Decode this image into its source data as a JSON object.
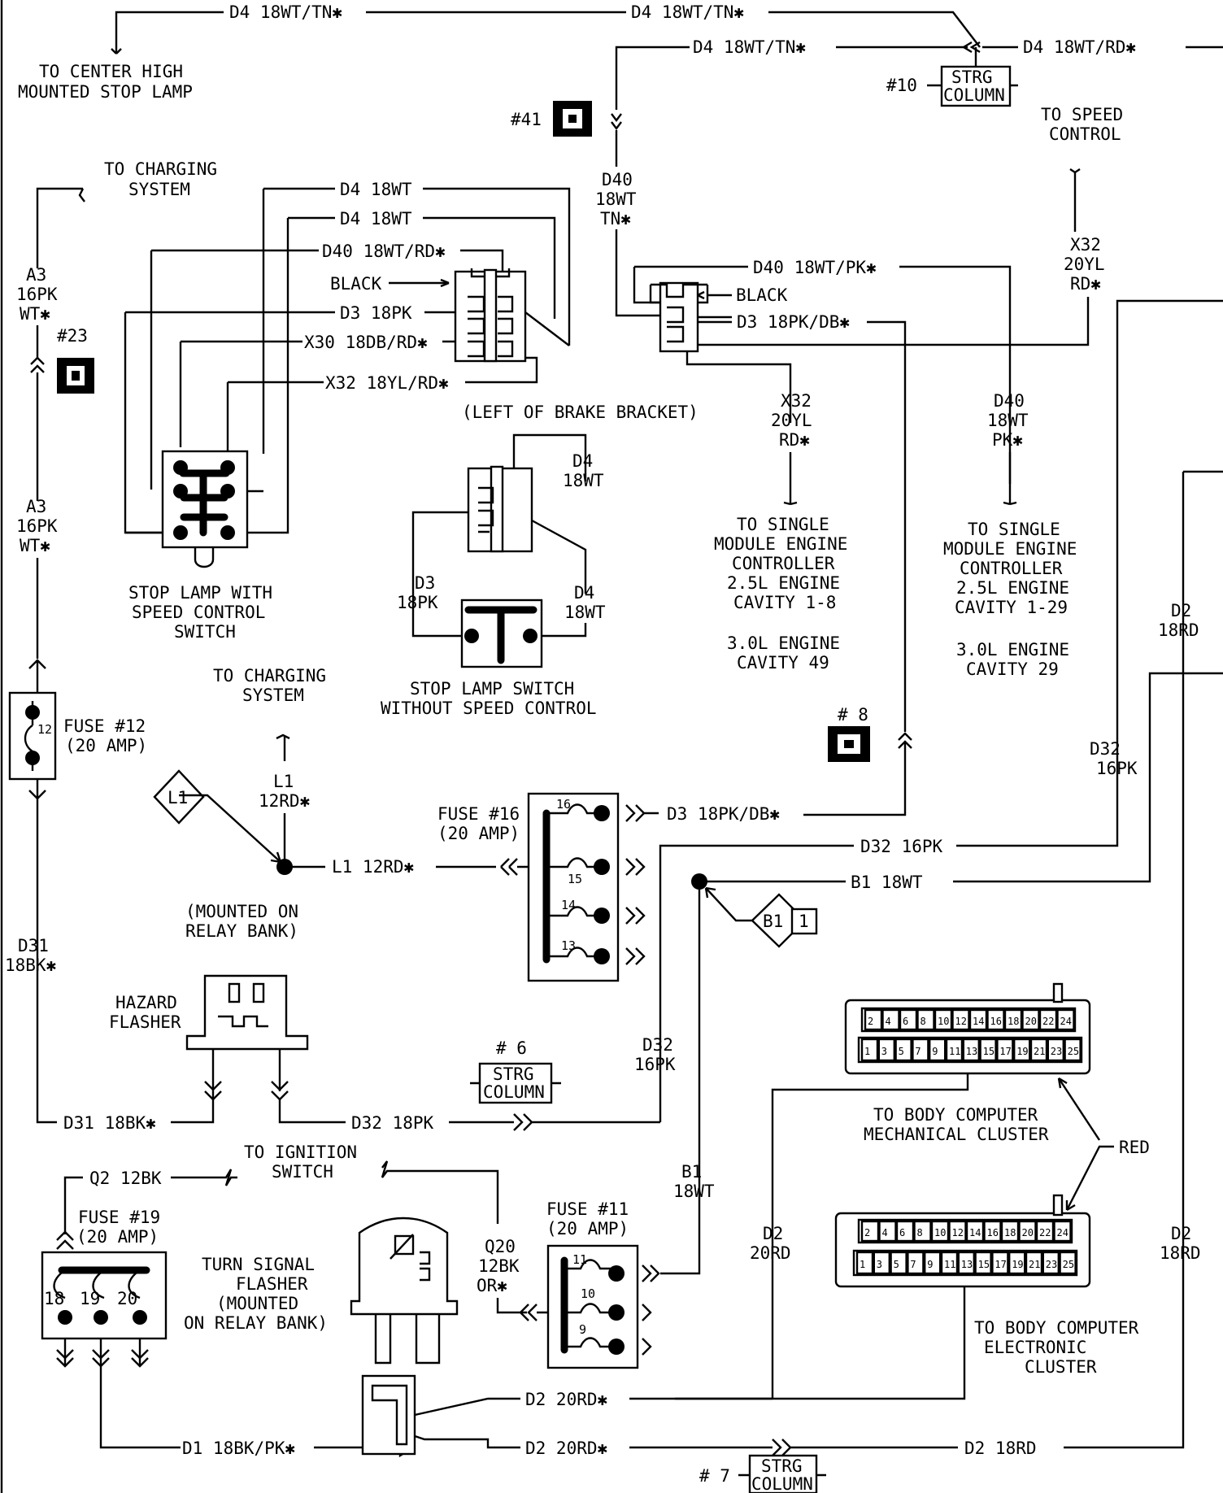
{
  "wire_labels": {
    "d4_tn_top_left": "D4 18WT/TN✱",
    "d4_tn_top_mid": "D4 18WT/TN✱",
    "d4_tn_second": "D4 18WT/TN✱",
    "d4_rd": "D4 18WT/RD✱",
    "d40_tn_1": "D40",
    "d40_tn_2": "18WT",
    "d40_tn_3": "TN✱",
    "a3_top_1": "A3",
    "a3_top_2": "16PK",
    "a3_top_3": "WT✱",
    "a3_bot_1": "A3",
    "a3_bot_2": "16PK",
    "a3_bot_3": "WT✱",
    "d4_18wt_a": "D4 18WT",
    "d4_18wt_b": "D4 18WT",
    "d40_rd": "D40 18WT/RD✱",
    "d3_18pk": "D3 18PK",
    "x30": "X30 18DB/RD✱",
    "x32_yl": "X32 18YL/RD✱",
    "d40_pk": "D40 18WT/PK✱",
    "d3_db_top": "D3 18PK/DB✱",
    "x32_right_1": "X32",
    "x32_right_2": "20YL",
    "x32_right_3": "RD✱",
    "x32_mid_1": "X32",
    "x32_mid_2": "20YL",
    "x32_mid_3": "RD✱",
    "d40_pk_v_1": "D40",
    "d40_pk_v_2": "18WT",
    "d40_pk_v_3": "PK✱",
    "d4_mid_1": "D4",
    "d4_mid_2": "18WT",
    "d4_low_1": "D4",
    "d4_low_2": "18WT",
    "d3_mid_1": "D3",
    "d3_mid_2": "18PK",
    "d2_upper_1": "D2",
    "d2_upper_2": "18RD",
    "d32_vert_1": "D32",
    "d32_vert_2": "16PK",
    "l1_vert_1": "L1",
    "l1_vert_2": "12RD✱",
    "l1_horiz": "L1 12RD✱",
    "d3_db_fuse": "D3 18PK/DB✱",
    "d32_h": "D32 16PK",
    "b1_h": "B1 18WT",
    "d31_1": "D31",
    "d31_2": "18BK✱",
    "d32_left_1": "D32",
    "d32_left_2": "16PK",
    "d31_h": "D31 18BK✱",
    "d32_18pk": "D32 18PK",
    "b1_v_1": "B1",
    "b1_v_2": "18WT",
    "q2": "Q2 12BK",
    "q20_1": "Q20",
    "q20_2": "12BK",
    "q20_3": "OR✱",
    "d2_20rd_v_1": "D2",
    "d2_20rd_v_2": "20RD",
    "d2_18rd_low_1": "D2",
    "d2_18rd_low_2": "18RD",
    "d2_20rd_a": "D2 20RD✱",
    "d2_20rd_b": "D2 20RD✱",
    "d2_18rd_bottom": "D2 18RD",
    "d1": "D1 18BK/PK✱",
    "red": "RED"
  },
  "destinations": {
    "chmsl_1": "TO CENTER HIGH",
    "chmsl_2": "MOUNTED STOP LAMP",
    "charging_top_1": "TO CHARGING",
    "charging_top_2": "SYSTEM",
    "speed_ctrl_1": "TO SPEED",
    "speed_ctrl_2": "CONTROL",
    "charging_mid_1": "TO CHARGING",
    "charging_mid_2": "SYSTEM",
    "smec_a": [
      "TO SINGLE",
      "MODULE ENGINE",
      "CONTROLLER",
      "2.5L ENGINE",
      "CAVITY 1-8",
      "",
      "3.0L ENGINE",
      "CAVITY 49"
    ],
    "smec_b": [
      "TO SINGLE",
      "MODULE ENGINE",
      "CONTROLLER",
      "2.5L ENGINE",
      "CAVITY 1-29",
      "",
      "3.0L ENGINE",
      "CAVITY 29"
    ],
    "ignition_1": "TO IGNITION",
    "ignition_2": "SWITCH",
    "body_mech_1": "TO BODY COMPUTER",
    "body_mech_2": "MECHANICAL CLUSTER",
    "body_elec_1": "TO BODY COMPUTER",
    "body_elec_2": "ELECTRONIC",
    "body_elec_3": "CLUSTER"
  },
  "components": {
    "stop_switch_1": "STOP LAMP WITH",
    "stop_switch_2": "SPEED CONTROL",
    "stop_switch_3": "SWITCH",
    "stop_switch2_1": "STOP LAMP SWITCH",
    "stop_switch2_2": "WITHOUT SPEED CONTROL",
    "brake_bracket": "(LEFT OF BRAKE BRACKET)",
    "black_a": "BLACK",
    "black_b": "BLACK",
    "fuse12_1": "FUSE #12",
    "fuse12_2": "(20 AMP)",
    "fuse12_num": "12",
    "fuse16_1": "FUSE #16",
    "fuse16_2": "(20 AMP)",
    "fuse11_1": "FUSE #11",
    "fuse11_2": "(20 AMP)",
    "fuse19_1": "FUSE #19",
    "fuse19_2": "(20 AMP)",
    "relay_bank_1": "(MOUNTED ON",
    "relay_bank_2": "RELAY BANK)",
    "hazard_1": "HAZARD",
    "hazard_2": "FLASHER",
    "turn_1": "TURN SIGNAL",
    "turn_2": "FLASHER",
    "turn_3": "(MOUNTED",
    "turn_4": "ON RELAY BANK)",
    "strg_a": "STRG",
    "strg_b": "COLUMN",
    "conn10": "#10",
    "conn41": "#41",
    "conn23": "#23",
    "conn8": "# 8",
    "conn6": "# 6",
    "conn7": "# 7",
    "splice_l1": "L1",
    "splice_b1": "B1",
    "splice_b1_num": "1",
    "fuse16_pins": [
      "16",
      "15",
      "14",
      "13"
    ],
    "fuse11_pins": [
      "11",
      "10",
      "9"
    ],
    "fuse19_pins": [
      "18",
      "19",
      "20"
    ],
    "cluster_top_pins": [
      "2",
      "4",
      "6",
      "8",
      "10",
      "12",
      "14",
      "16",
      "18",
      "20",
      "22",
      "24"
    ],
    "cluster_bot_pins": [
      "1",
      "3",
      "5",
      "7",
      "9",
      "11",
      "13",
      "15",
      "17",
      "19",
      "21",
      "23",
      "25"
    ]
  }
}
